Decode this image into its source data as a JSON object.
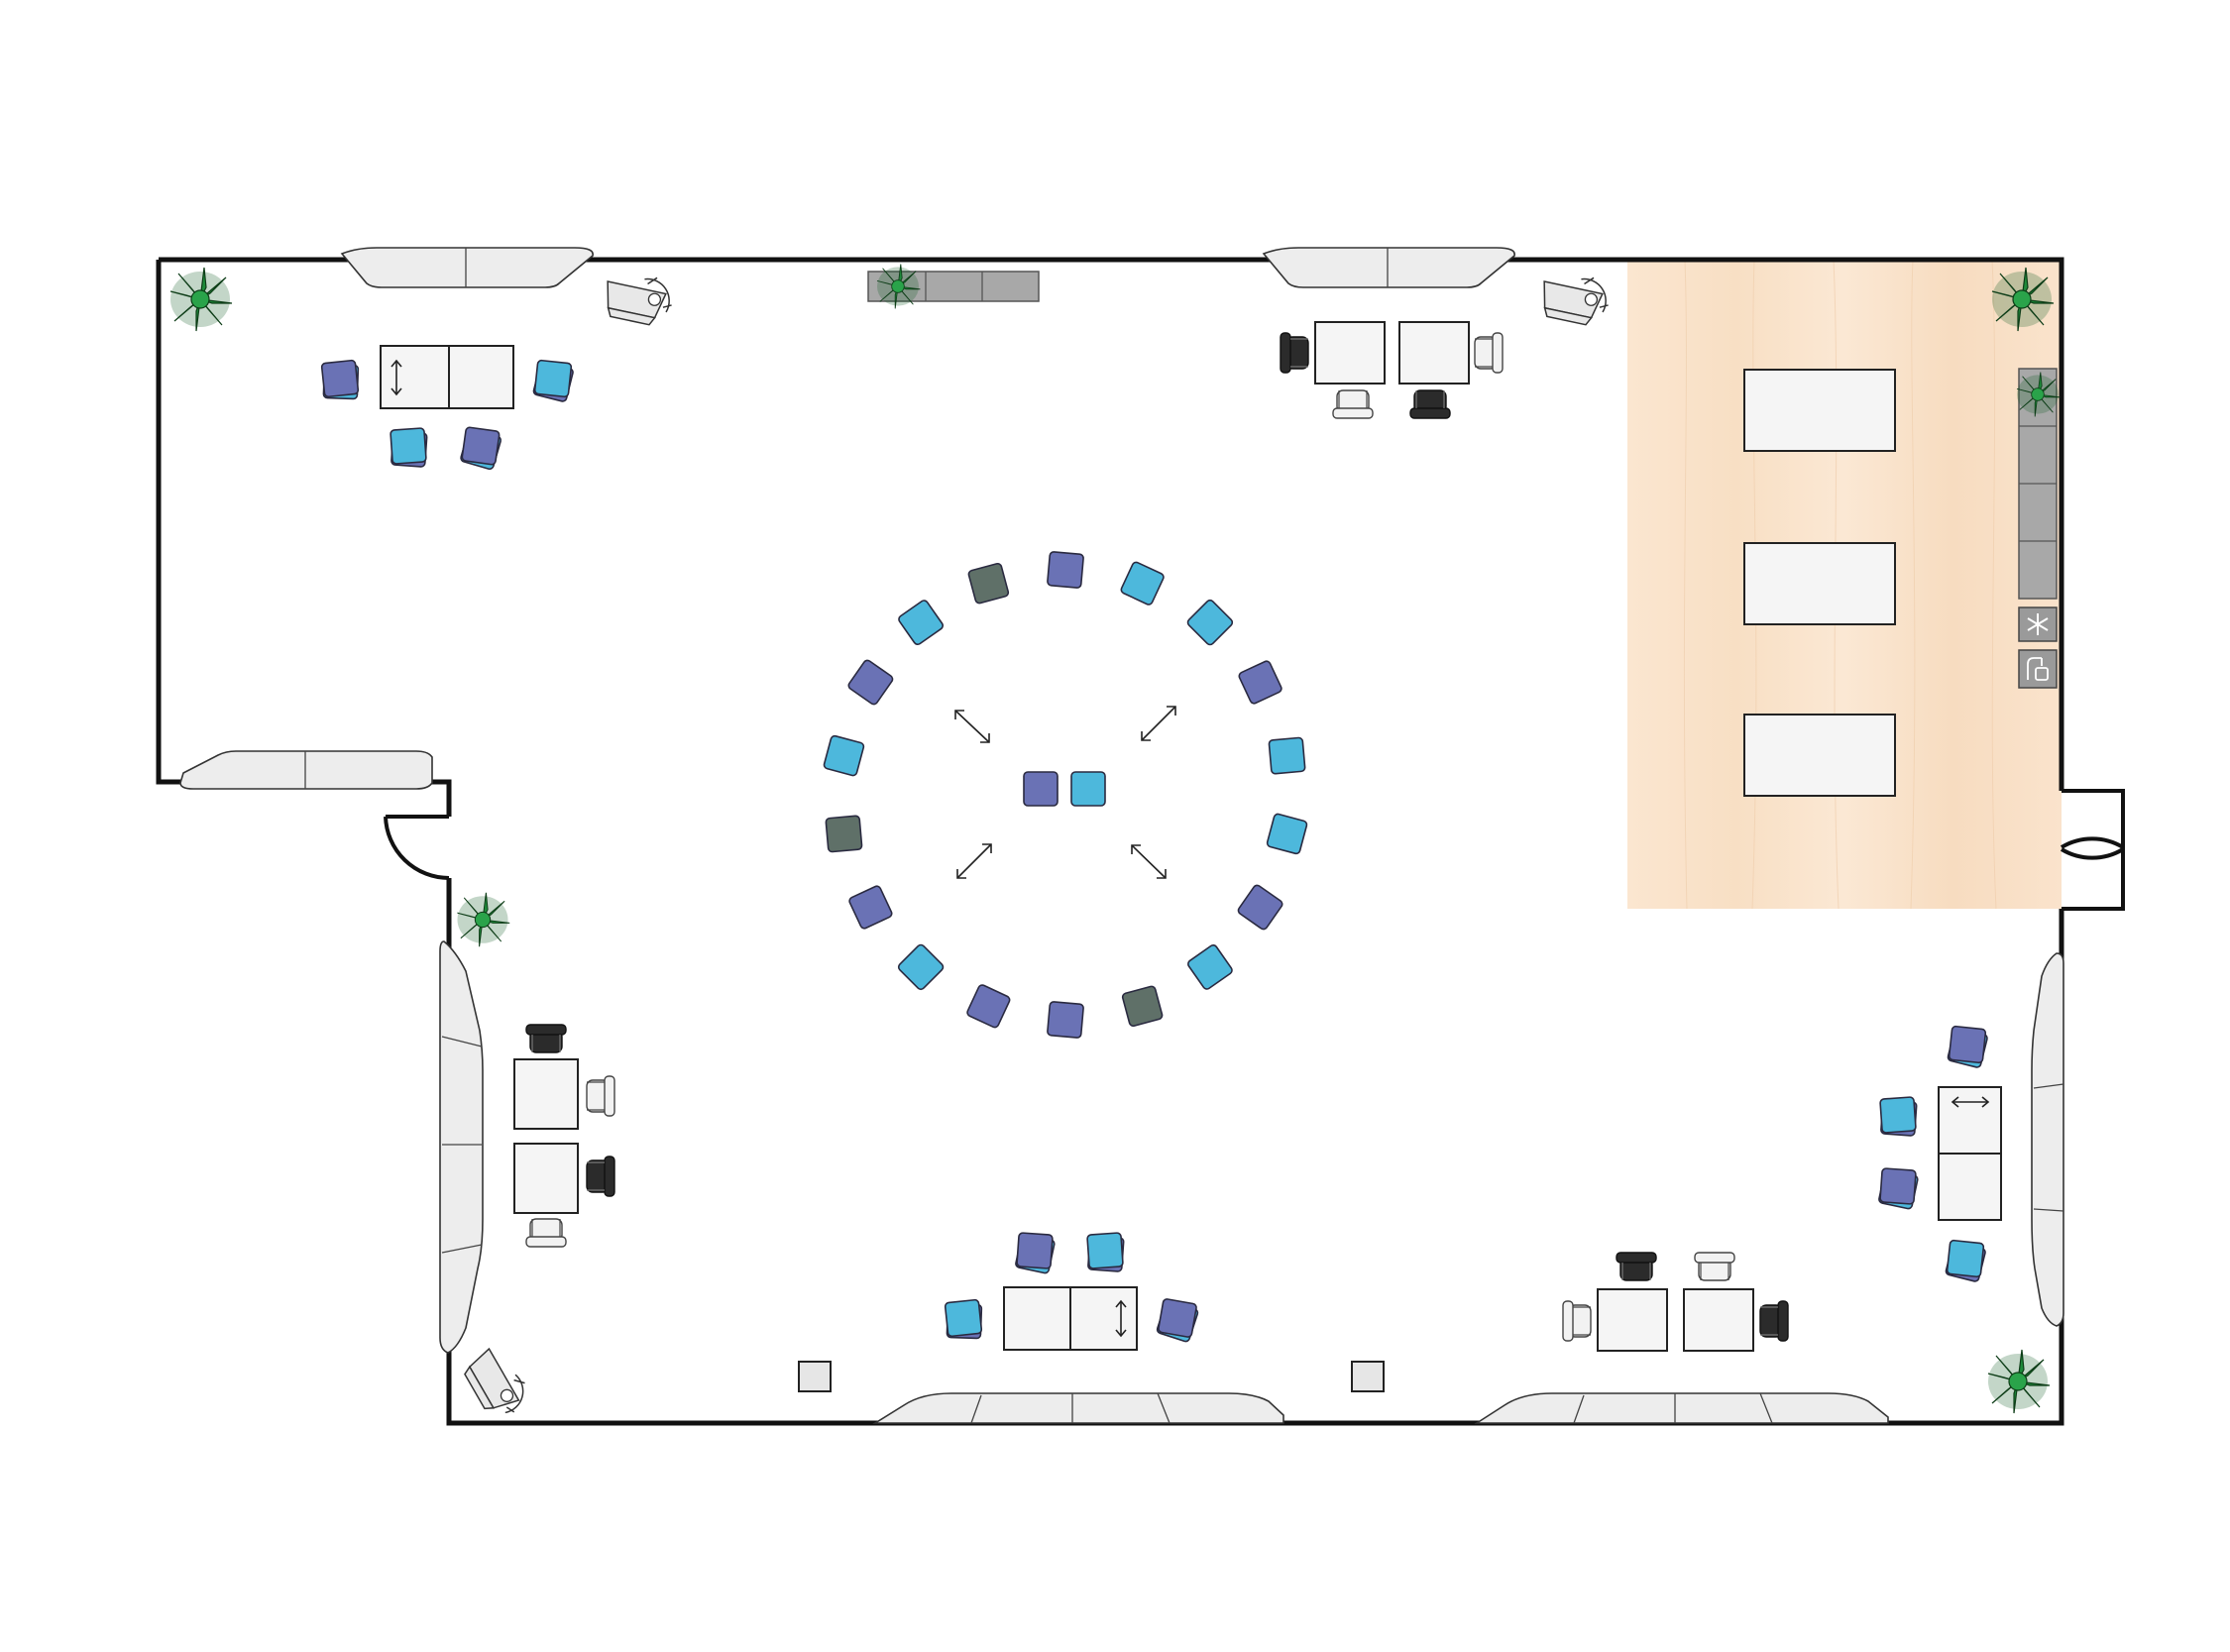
{
  "colors": {
    "seat_purple": "#6a72b5",
    "seat_cyan": "#4db8dc",
    "seat_grey": "#5f7068",
    "kitchen_floor": "#f9e3cc",
    "plant_green": "#1e8a3a",
    "wall": "#111111",
    "table": "#f5f5f5"
  },
  "icons": {
    "fridge": "snowflake-icon",
    "sink": "faucet-icon",
    "plant": "potted-plant-icon",
    "resize": "double-arrow-icon"
  },
  "seat_circle": {
    "outer_ring_colors": [
      "purple",
      "cyan",
      "cyan",
      "purple",
      "cyan",
      "cyan",
      "purple",
      "cyan",
      "grey",
      "purple",
      "purple",
      "cyan",
      "purple",
      "grey",
      "cyan",
      "purple",
      "cyan",
      "grey"
    ],
    "center_seat_colors": [
      "purple",
      "cyan"
    ]
  }
}
